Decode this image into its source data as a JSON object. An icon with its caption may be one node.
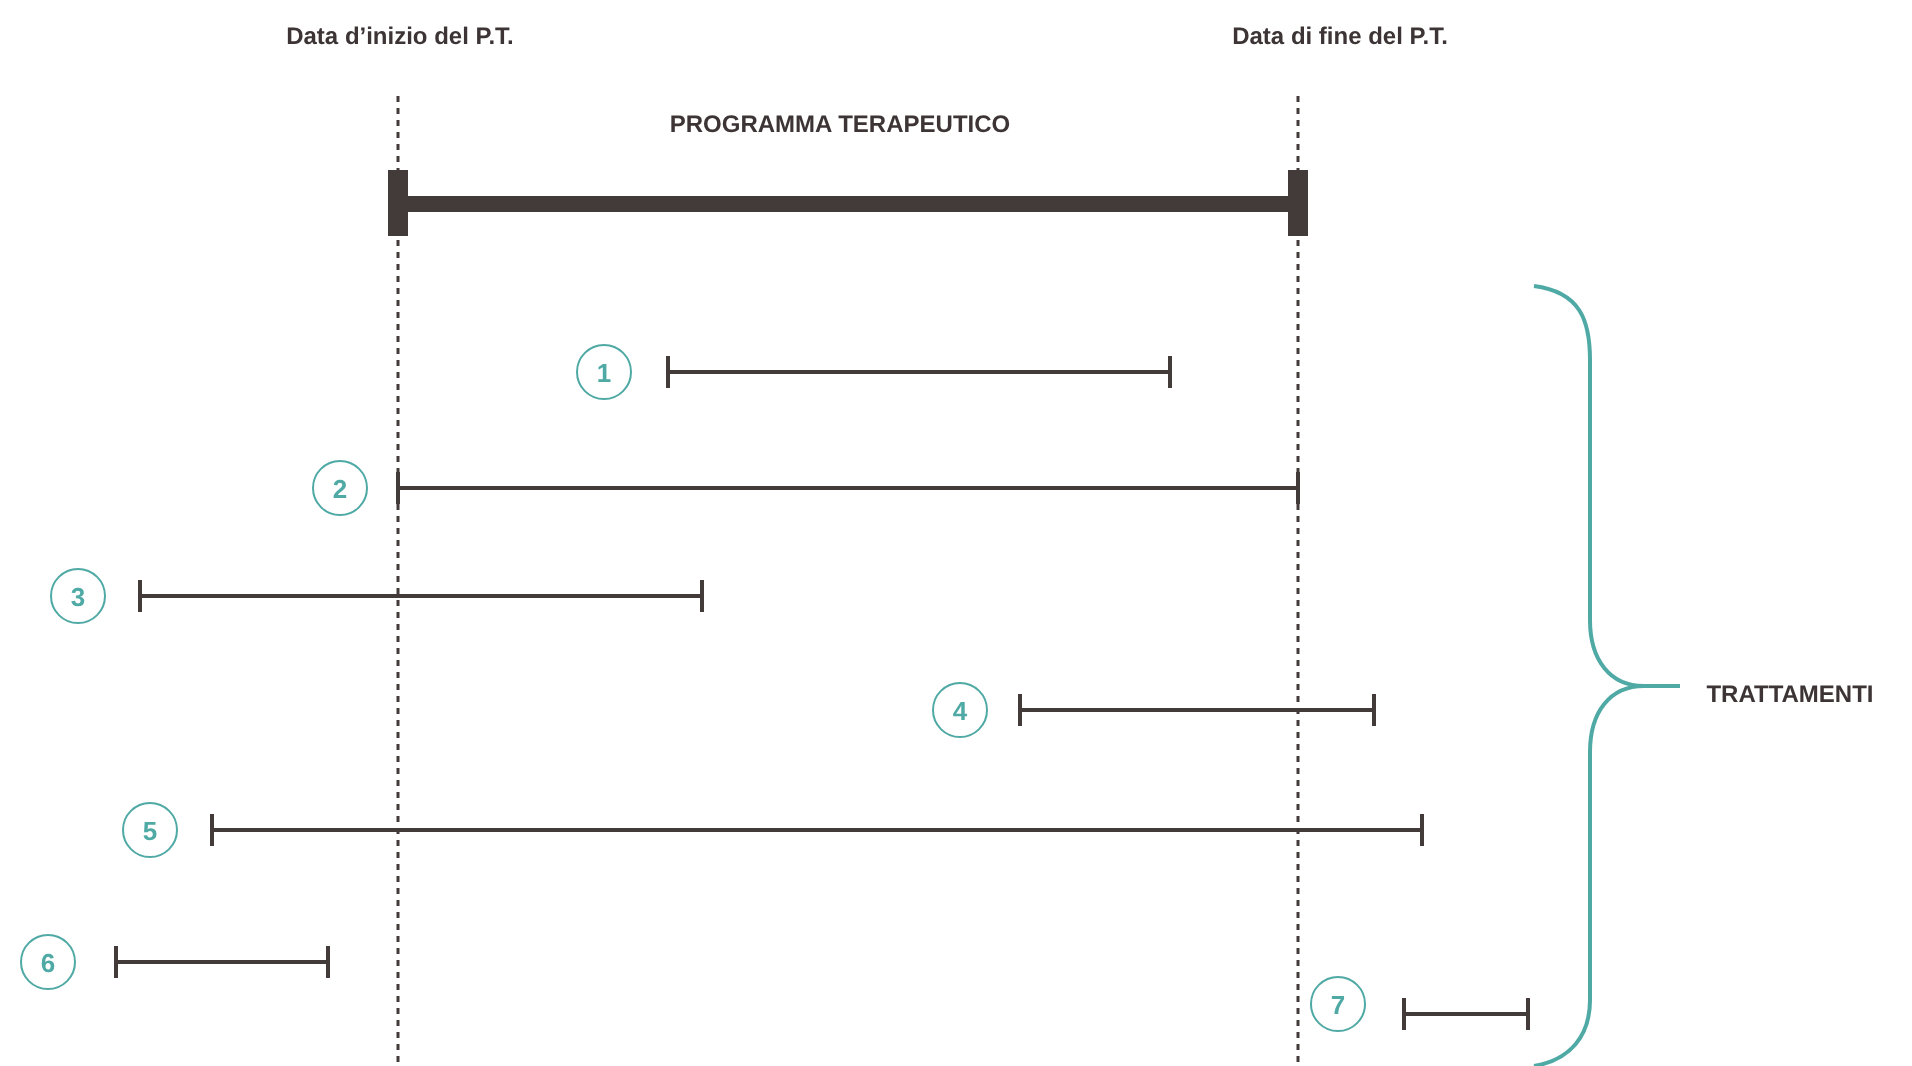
{
  "diagram": {
    "nodes": [
      {
        "text": [
          "1"
        ]
      },
      {
        "text": [
          "2"
        ]
      },
      {
        "text": [
          "3"
        ]
      },
      {
        "text": [
          "4"
        ]
      },
      {
        "text": [
          "5"
        ]
      },
      {
        "text": [
          "6"
        ]
      },
      {
        "text": [
          "7"
        ]
      }
    ],
    "labels": [
      "Data d’inizio del P.T.",
      "Data di fine del P.T.",
      "PROGRAMMA TERAPEUTICO",
      "TRATTAMENTI"
    ]
  }
}
